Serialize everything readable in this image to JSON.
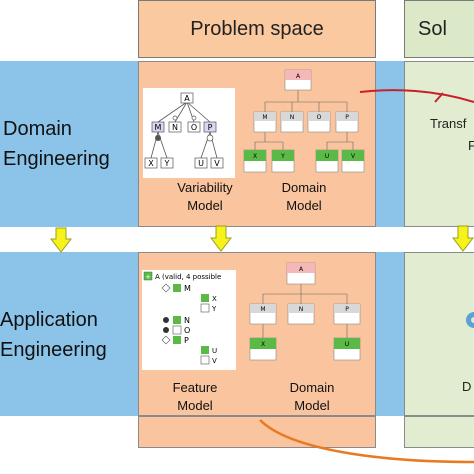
{
  "headers": {
    "problem_space": "Problem space",
    "solution_space": "Sol"
  },
  "rows": {
    "domain": {
      "line1": "Domain",
      "line2": "Engineering"
    },
    "application": {
      "line1": "Application",
      "line2": "Engineering"
    }
  },
  "captions": {
    "variability": {
      "line1": "Variability",
      "line2": "Model"
    },
    "domain_top": {
      "line1": "Domain",
      "line2": "Model"
    },
    "feature": {
      "line1": "Feature",
      "line2": "Model"
    },
    "domain_bottom": {
      "line1": "Domain",
      "line2": "Model"
    },
    "transform": {
      "line1": "Transf",
      "line2": "F"
    },
    "right_bottom": "D"
  },
  "feature_tree": {
    "root": "A (valid, 4 possible",
    "items": [
      "M",
      "X",
      "Y",
      "N",
      "O",
      "P",
      "U",
      "V"
    ]
  },
  "variability_tree": {
    "nodes": [
      "A",
      "M",
      "N",
      "O",
      "P",
      "X",
      "Y",
      "U",
      "V"
    ]
  },
  "domain_top_tree": {
    "root": "A",
    "level1": [
      "M",
      "N",
      "O",
      "P"
    ],
    "level2": [
      "X",
      "Y",
      "U",
      "V"
    ]
  },
  "domain_bottom_tree": {
    "root": "A",
    "level1": [
      "M",
      "N",
      "P"
    ],
    "level2": [
      "X",
      "U"
    ]
  },
  "colors": {
    "header_fill": "#fbc9a0",
    "solution_fill": "#dbe9c8",
    "band_blue": "#8cc3e9",
    "panel_fill": "#f9c49e",
    "solution_panel": "#e1ecd0",
    "arrow_yellow": "#f6f21a",
    "curve_red": "#c8202a",
    "curve_orange": "#e87a22",
    "node_green": "#5ab947",
    "node_pink": "#f4b8b8",
    "node_gray": "#d8d8d8"
  }
}
